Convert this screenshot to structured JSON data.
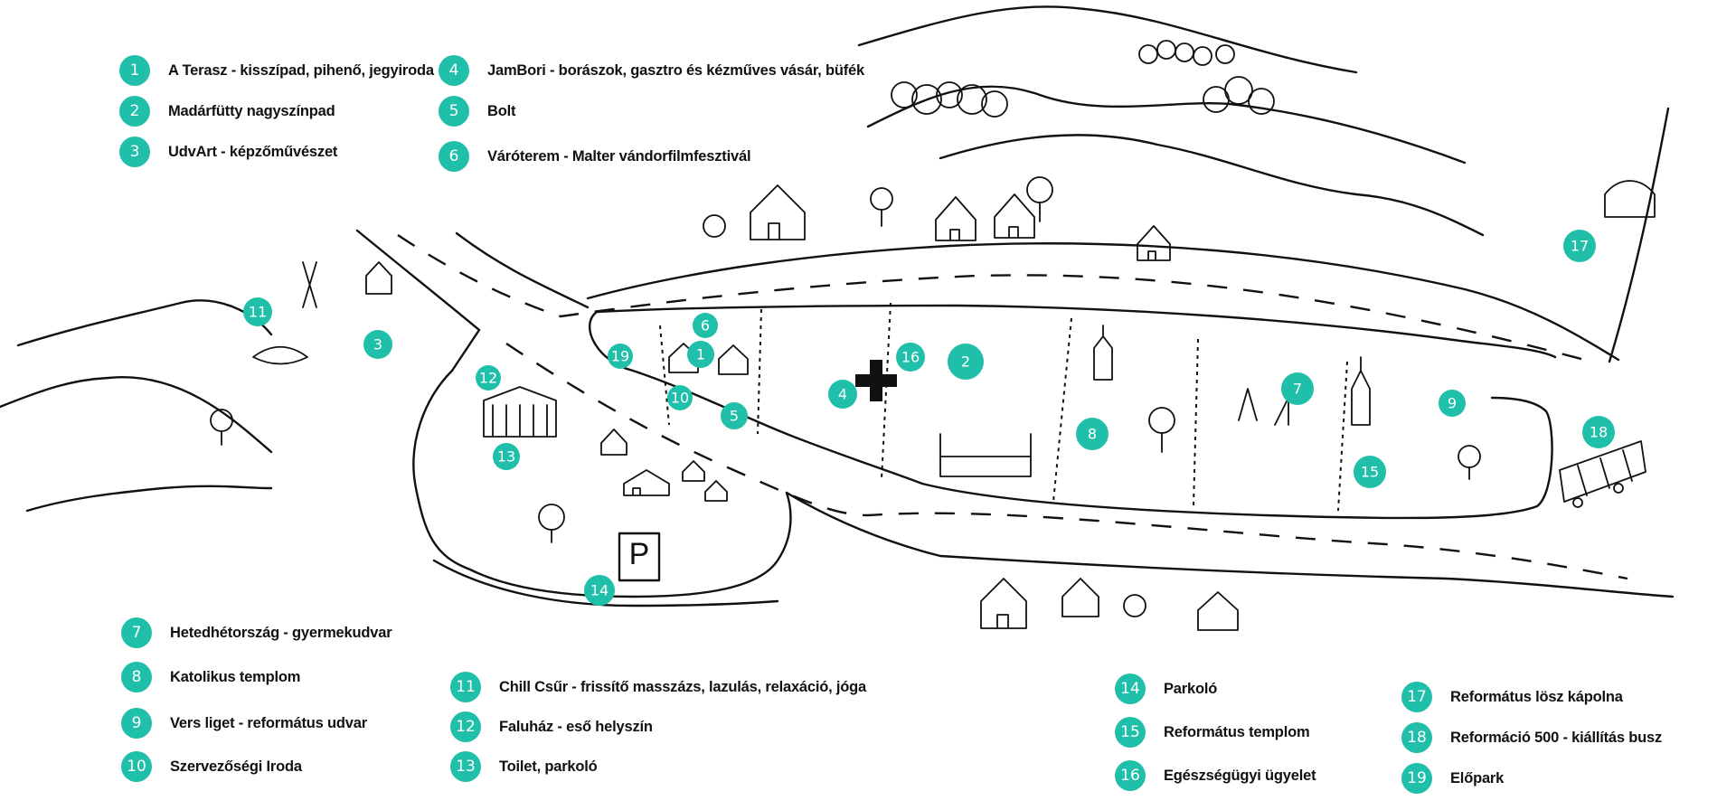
{
  "legend": {
    "top_left": [
      {
        "num": "1",
        "label": "A Terasz - kisszípad, pihenő, jegyiroda"
      },
      {
        "num": "2",
        "label": "Madárfütty nagyszínpad"
      },
      {
        "num": "3",
        "label": "UdvArt - képzőművészet"
      }
    ],
    "top_mid": [
      {
        "num": "4",
        "label": "JamBori - borászok, gasztro és kézműves vásár, büfék"
      },
      {
        "num": "5",
        "label": "Bolt"
      },
      {
        "num": "6",
        "label": "Váróterem - Malter vándorfilmfesztivál"
      }
    ],
    "bottom_1": [
      {
        "num": "7",
        "label": "Hetedhétország - gyermekudvar"
      },
      {
        "num": "8",
        "label": "Katolikus templom"
      },
      {
        "num": "9",
        "label": "Vers liget - református udvar"
      },
      {
        "num": "10",
        "label": "Szervezőségi Iroda"
      }
    ],
    "bottom_2": [
      {
        "num": "11",
        "label": "Chill Csűr - frissítő masszázs, lazulás, relaxáció, jóga"
      },
      {
        "num": "12",
        "label": "Faluház - eső helyszín"
      },
      {
        "num": "13",
        "label": "Toilet, parkoló"
      }
    ],
    "bottom_3": [
      {
        "num": "14",
        "label": "Parkoló"
      },
      {
        "num": "15",
        "label": "Református templom"
      },
      {
        "num": "16",
        "label": "Egészségügyi ügyelet"
      }
    ],
    "bottom_4": [
      {
        "num": "17",
        "label": "Református lösz kápolna"
      },
      {
        "num": "18",
        "label": "Reformáció 500 - kiállítás busz"
      },
      {
        "num": "19",
        "label": "Előpark"
      }
    ]
  },
  "map_markers": [
    "1",
    "2",
    "3",
    "4",
    "5",
    "6",
    "7",
    "8",
    "9",
    "10",
    "11",
    "12",
    "13",
    "14",
    "15",
    "16",
    "17",
    "18",
    "19"
  ],
  "parking_sign": "P",
  "colors": {
    "marker": "#20bfa9",
    "ink": "#111111",
    "background": "#ffffff"
  }
}
